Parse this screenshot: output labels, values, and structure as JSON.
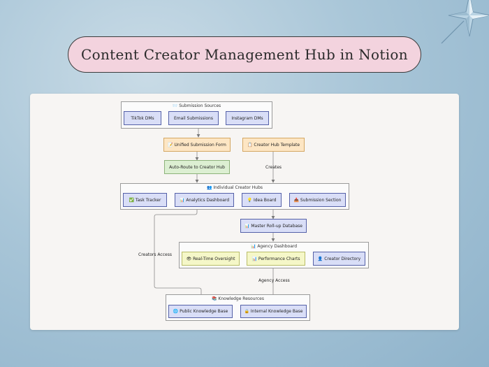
{
  "title": "Content Creator Management Hub in Notion",
  "groups": {
    "submission_sources": "📨 Submission Sources",
    "individual_creator_hubs": "👥 Individual Creator Hubs",
    "agency_dashboard": "📊 Agency Dashboard",
    "knowledge_resources": "📚 Knowledge Resources"
  },
  "nodes": {
    "tiktok_dms": "TikTok DMs",
    "email_submissions": "Email Submissions",
    "instagram_dms": "Instagram DMs",
    "unified_submission_form": "📝 Unified Submission Form",
    "creator_hub_template": "📋 Creator Hub Template",
    "auto_route": "Auto-Route to Creator Hub",
    "task_tracker": "✅ Task Tracker",
    "analytics_dashboard": "📊 Analytics Dashboard",
    "idea_board": "💡 Idea Board",
    "submission_section": "📥 Submission Section",
    "master_rollup": "📊 Master Roll-up Database",
    "real_time_oversight": "👁 Real-Time Oversight",
    "performance_charts": "📊 Performance Charts",
    "creator_directory": "👤 Creator Directory",
    "public_kb": "🌐 Public Knowledge Base",
    "internal_kb": "🔒 Internal Knowledge Base"
  },
  "edge_labels": {
    "creates": "Creates",
    "creators_access": "Creators Access",
    "agency_access": "Agency Access"
  },
  "colors": {
    "blue_fill": "#d9def7",
    "blue_border": "#5561a8",
    "orange_fill": "#fde6c4",
    "green_fill": "#dcefd2",
    "yellow_fill": "#f5f7c8",
    "title_pill": "#f3d3de"
  }
}
